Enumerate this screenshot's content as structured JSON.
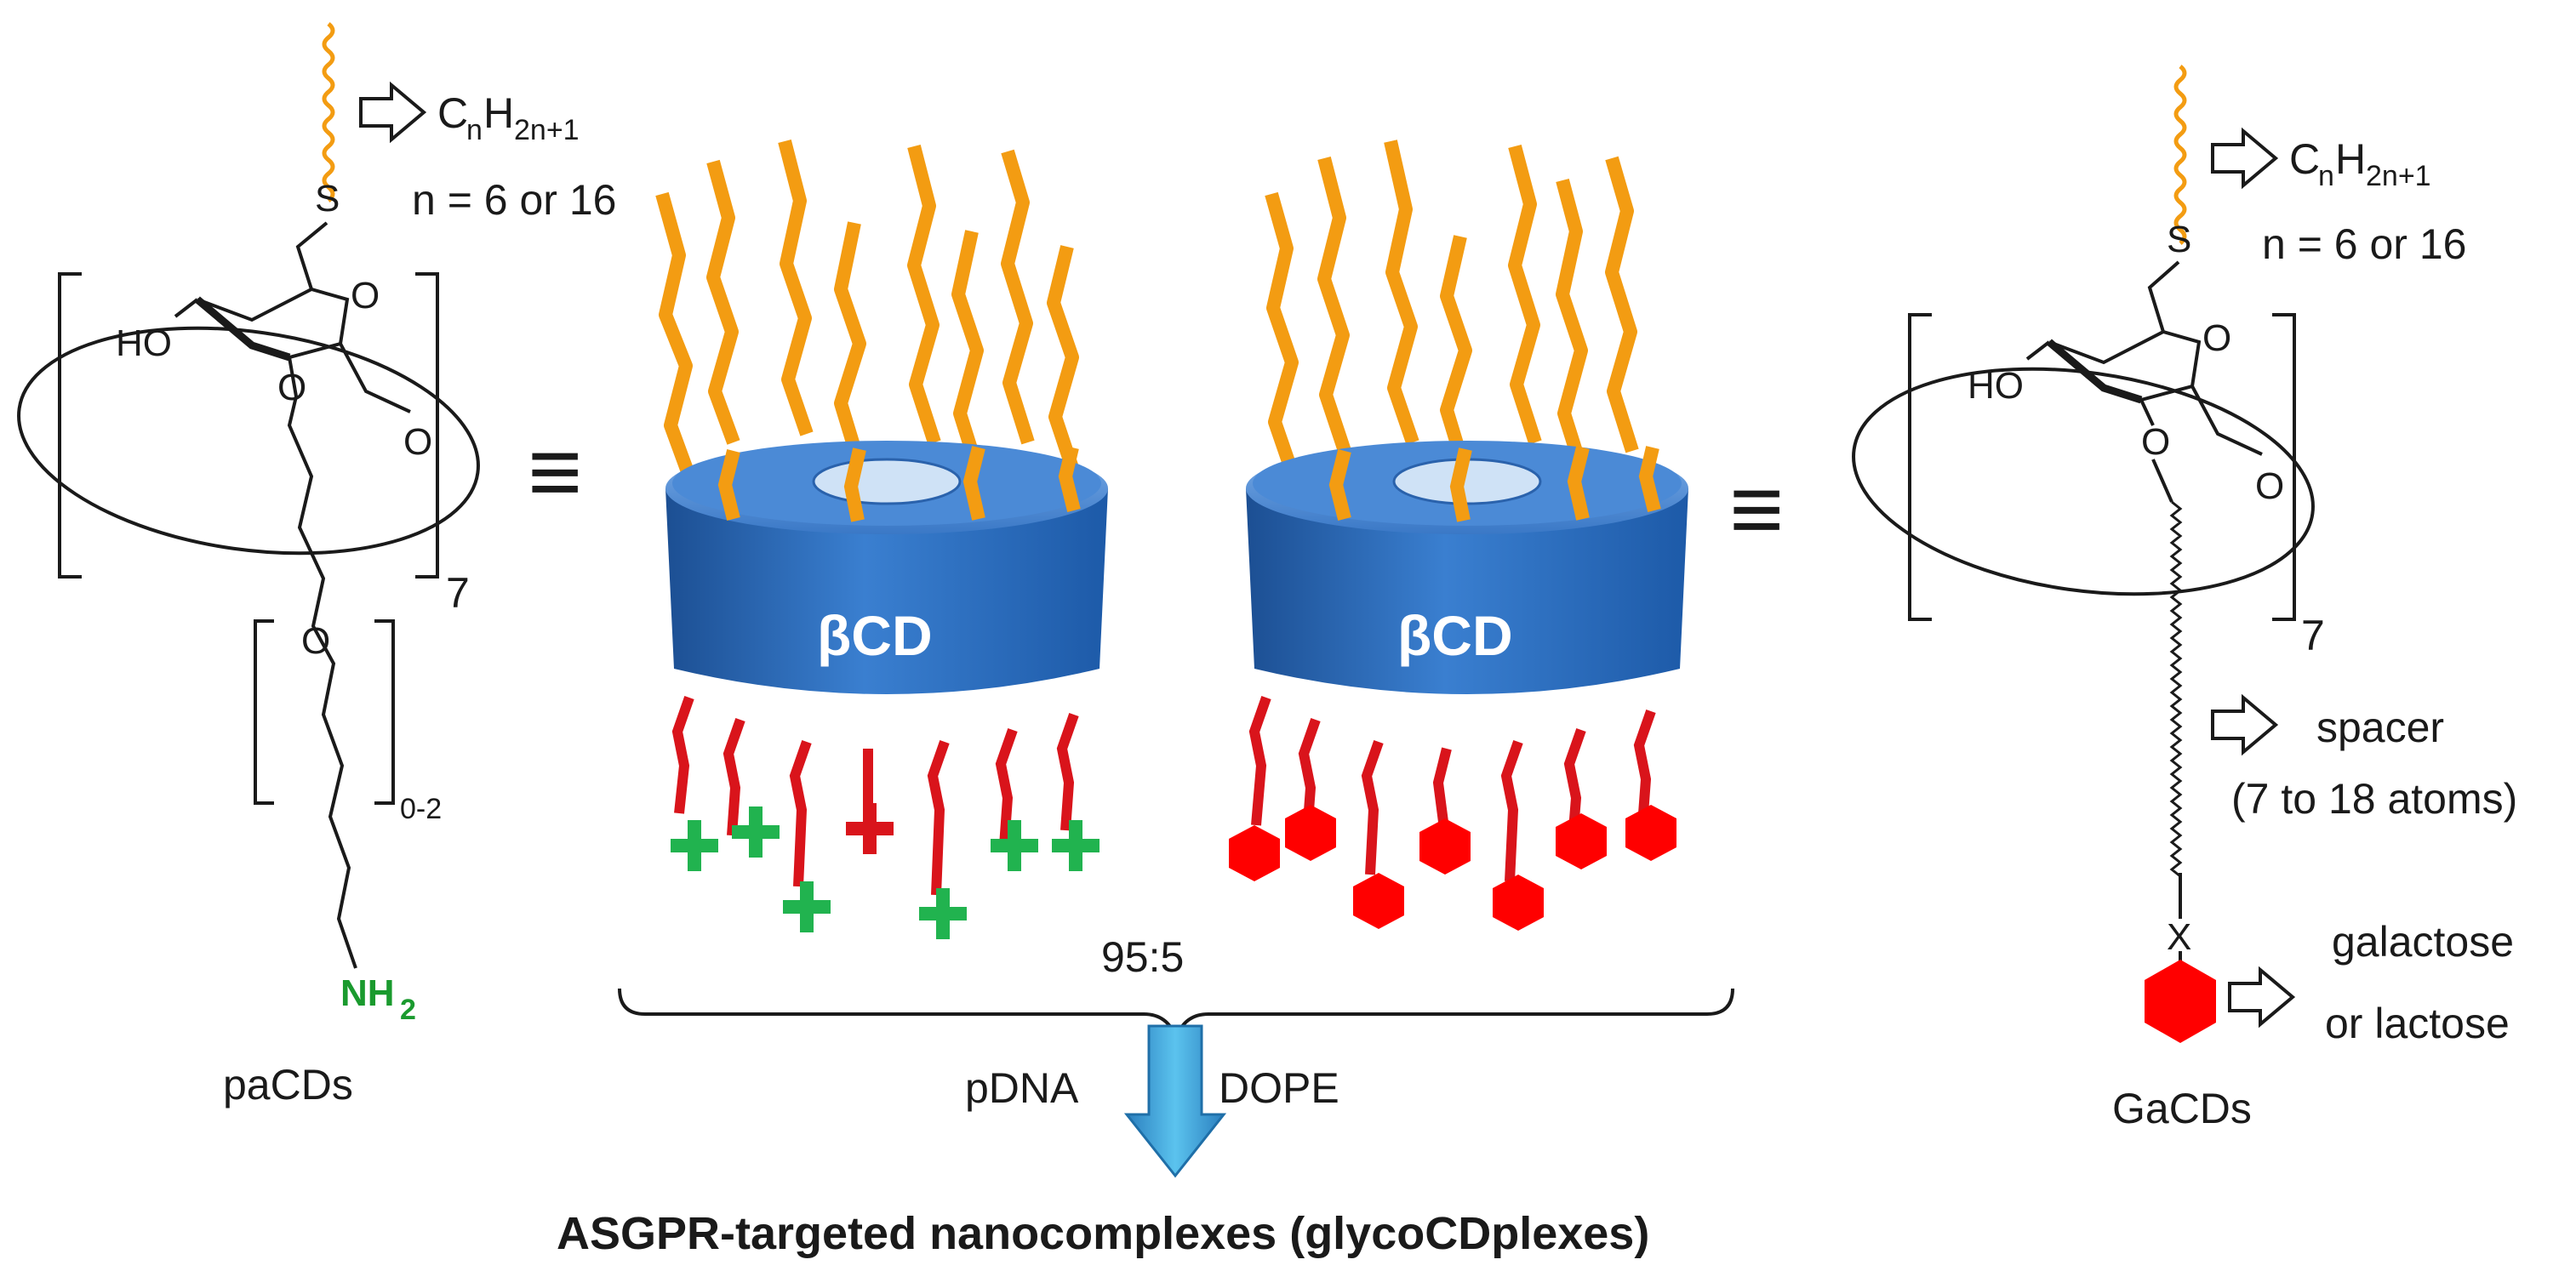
{
  "left_molecule": {
    "name": "paCDs",
    "chain_formula_c": "C",
    "chain_formula_n": "n",
    "chain_formula_h": "H",
    "chain_formula_sub": "2n+1",
    "n_values": "n = 6 or 16",
    "atom_s": "S",
    "atom_o": "O",
    "atom_ho": "HO",
    "repeat_7": "7",
    "repeat_range": "0-2",
    "amine_nh": "NH",
    "amine_sub": "2"
  },
  "right_molecule": {
    "name": "GaCDs",
    "chain_formula_c": "C",
    "chain_formula_n": "n",
    "chain_formula_h": "H",
    "chain_formula_sub": "2n+1",
    "n_values": "n = 6 or 16",
    "atom_s": "S",
    "atom_o": "O",
    "atom_ho": "HO",
    "atom_x": "X",
    "repeat_7": "7",
    "spacer_label": "spacer",
    "spacer_detail": "(7 to 18 atoms)",
    "sugar_line1": "galactose",
    "sugar_line2": "or lactose"
  },
  "center": {
    "cd_label_left": "βCD",
    "cd_label_right": "βCD",
    "ratio": "95:5",
    "reagent_left": "pDNA",
    "reagent_right": "DOPE",
    "result": "ASGPR-targeted nanocomplexes  (glycoCDplexes)"
  },
  "equiv_symbol": "≡",
  "colors": {
    "alkyl_chain": "#f39c12",
    "cd_body": "#2e6fc0",
    "cd_top": "#5d97dd",
    "linker": "#d9141b",
    "positive_charge": "#21b34f",
    "sugar": "#ff0000",
    "amine_text": "#1a9a2e",
    "arrow": "#2aa0d8"
  }
}
